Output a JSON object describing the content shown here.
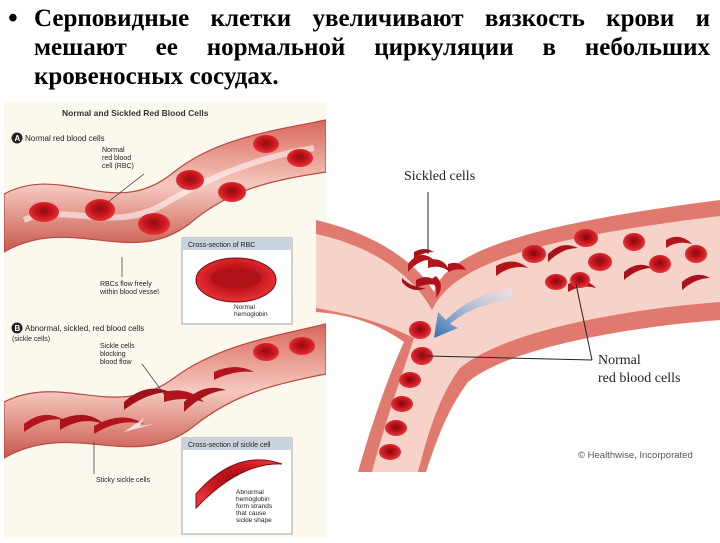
{
  "slide": {
    "bullet_text": "Серповидные клетки увеличивают вязкость крови и мешают ее нормальной циркуляции в небольших кровеносных сосудах."
  },
  "left_figure": {
    "title": "Normal and Sickled Red Blood Cells",
    "panel_a_letter": "A",
    "panel_a_title": "Normal red blood cells",
    "label_rbc_1": "Normal",
    "label_rbc_2": "red blood",
    "label_rbc_3": "cell (RBC)",
    "label_flow_1": "RBCs flow freely",
    "label_flow_2": "within blood vessel",
    "cross_rbc_title": "Cross-section of RBC",
    "label_hemo_1": "Normal",
    "label_hemo_2": "hemoglobin",
    "panel_b_letter": "B",
    "panel_b_title_1": "Abnormal, sickled, red blood cells",
    "panel_b_title_2": "(sickle cells)",
    "label_block_1": "Sickle cells",
    "label_block_2": "blocking",
    "label_block_3": "blood flow",
    "label_sticky": "Sticky sickle cells",
    "cross_sickle_title": "Cross-section of sickle cell",
    "label_abn_1": "Abnormal",
    "label_abn_2": "hemoglobin",
    "label_abn_3": "form strands",
    "label_abn_4": "that cause",
    "label_abn_5": "sickle shape"
  },
  "right_figure": {
    "label_sickled": "Sickled cells",
    "label_normal_1": "Normal",
    "label_normal_2": "red blood cells",
    "credit": "© Healthwise, Incorporated"
  },
  "colors": {
    "vessel_wall": "#e07a6e",
    "vessel_inner": "#f7d4cc",
    "cell_red": "#c8161d",
    "cell_dark": "#8e0c12",
    "panel_bg": "#fdf8ee",
    "flow_arrow": "#4a86c6"
  }
}
